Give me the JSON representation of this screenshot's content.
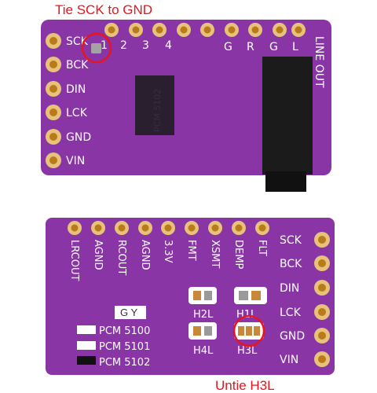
{
  "annotations": {
    "top": "Tie SCK to GND",
    "bottom": "Untie H3L"
  },
  "colors": {
    "board": "#8a35a6",
    "pad_gold": "#e7c37a",
    "pad_hole": "#b87a1a",
    "chip": "#2a1f2e",
    "jack": "#1b1b1b",
    "annotation": "#e8141e"
  },
  "board_top": {
    "left_pins": [
      "SCK",
      "BCK",
      "DIN",
      "LCK",
      "GND",
      "VIN"
    ],
    "top_pins": [
      "1",
      "2",
      "3",
      "4",
      "G",
      "R",
      "G",
      "L"
    ],
    "chip_label": "PCM 5102",
    "jack_label": "LINE OUT"
  },
  "board_bottom": {
    "top_pins": [
      "LRCOUT",
      "AGND",
      "RCOUT",
      "AGND",
      "3.3V",
      "FMT",
      "XSMT",
      "DEMP",
      "FLT"
    ],
    "right_pins": [
      "SCK",
      "BCK",
      "DIN",
      "LCK",
      "GND",
      "VIN"
    ],
    "jumpers": [
      "H2L",
      "H1L",
      "H4L",
      "H3L"
    ],
    "legend_header": "G Y",
    "legend": [
      "PCM 5100",
      "PCM 5101",
      "PCM 5102"
    ]
  }
}
